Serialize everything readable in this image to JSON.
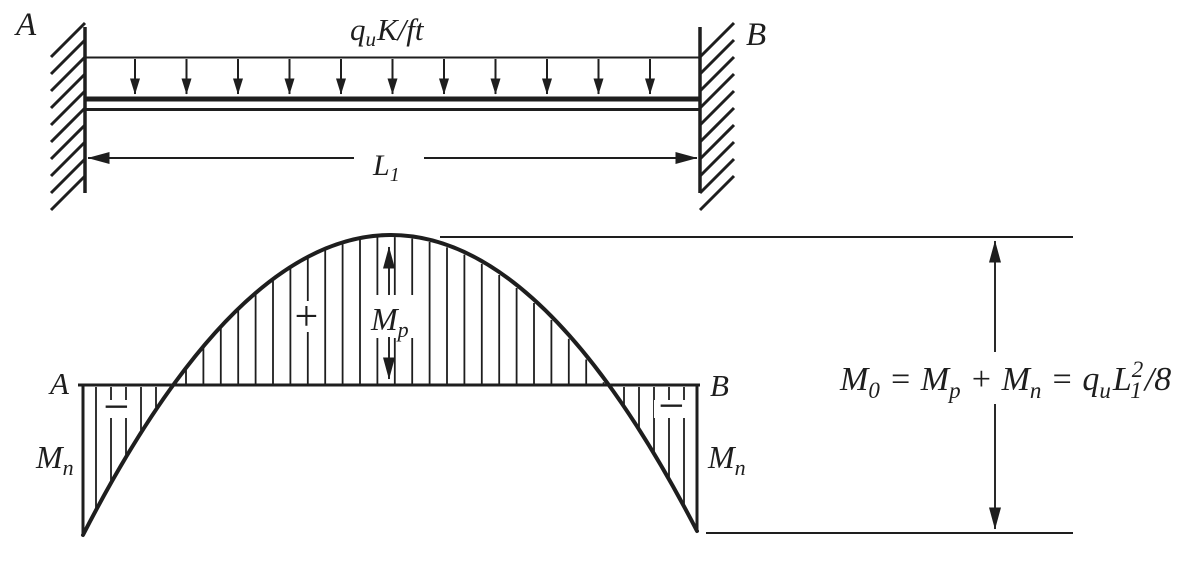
{
  "colors": {
    "ink": "#1e1e1e",
    "paper": "#ffffff"
  },
  "beam_diagram": {
    "support_a_label": "A",
    "support_b_label": "B",
    "load_label": {
      "base": "q",
      "sub": "u",
      "unit": "K/ft"
    },
    "span_label": {
      "base": "L",
      "sub": "1"
    }
  },
  "moment_diagram": {
    "end_a_label": "A",
    "end_b_label": "B",
    "plus_sign": "+",
    "minus_sign_left": "−",
    "minus_sign_right": "−",
    "positive_moment_label": {
      "base": "M",
      "sub": "p"
    },
    "negative_moment_label_left": {
      "base": "M",
      "sub": "n"
    },
    "negative_moment_label_right": {
      "base": "M",
      "sub": "n"
    },
    "equation": {
      "m0_base": "M",
      "m0_sub": "0",
      "equals_1": "=",
      "mp_base": "M",
      "mp_sub": "p",
      "plus": "+",
      "mn_base": "M",
      "mn_sub": "n",
      "equals_2": "=",
      "q_base": "q",
      "q_sub": "u",
      "l_base": "L",
      "l_sup": "2",
      "l_sub": "1",
      "denominator": "/8"
    }
  }
}
